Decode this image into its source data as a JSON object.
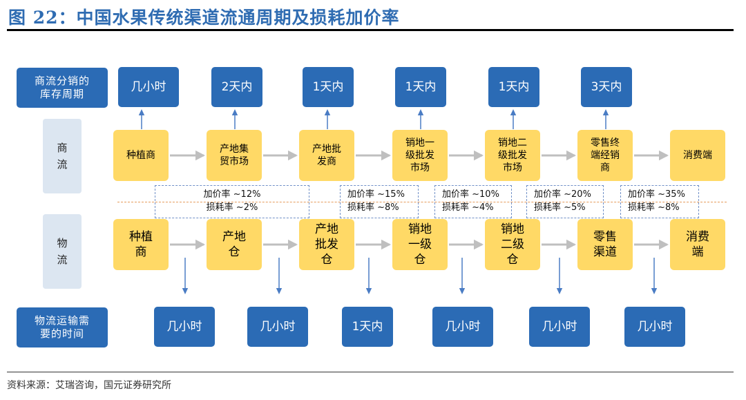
{
  "header": {
    "title": "图 22：中国水果传统渠道流通周期及损耗加价率",
    "source": "资料来源：艾瑞咨询，国元证券研究所"
  },
  "left_labels": {
    "inventory": "商流分销的\n库存周期",
    "commerce": "商\n流",
    "logistics": "物\n流",
    "transport": "物流运输需\n要的时间"
  },
  "inventory_periods": [
    "几小时",
    "2天内",
    "1天内",
    "1天内",
    "1天内",
    "3天内"
  ],
  "commerce_nodes": [
    "种植商",
    "产地集\n贸市场",
    "产地批\n发商",
    "销地一\n级批发\n市场",
    "销地二\n级批发\n市场",
    "零售终\n端经销\n商",
    "消费端"
  ],
  "logistics_nodes": [
    "种植\n商",
    "产地\n仓",
    "产地\n批发\n仓",
    "销地\n一级\n仓",
    "销地\n二级\n仓",
    "零售\n渠道",
    "消费\n端"
  ],
  "transport_times": [
    "几小时",
    "几小时",
    "1天内",
    "几小时",
    "几小时",
    "几小时"
  ],
  "rates": [
    {
      "markup": "加价率 ~12%",
      "loss": "损耗率 ~2%"
    },
    {
      "markup": "加价率 ~15%",
      "loss": "损耗率 ~8%"
    },
    {
      "markup": "加价率 ~10%",
      "loss": "损耗率 ~4%"
    },
    {
      "markup": "加价率 ~20%",
      "loss": "损耗率 ~5%"
    },
    {
      "markup": "加价率 ~35%",
      "loss": "损耗率 ~8%"
    }
  ],
  "colors": {
    "title": "#2F6CB2",
    "blue_box": "#2B6BB5",
    "yellow_box": "#FFD966",
    "gray_label": "#DCE6F1",
    "arrow_gray": "#BFBFBF",
    "arrow_blue": "#4A7CC4",
    "dashed_orange": "#E59A5A"
  }
}
